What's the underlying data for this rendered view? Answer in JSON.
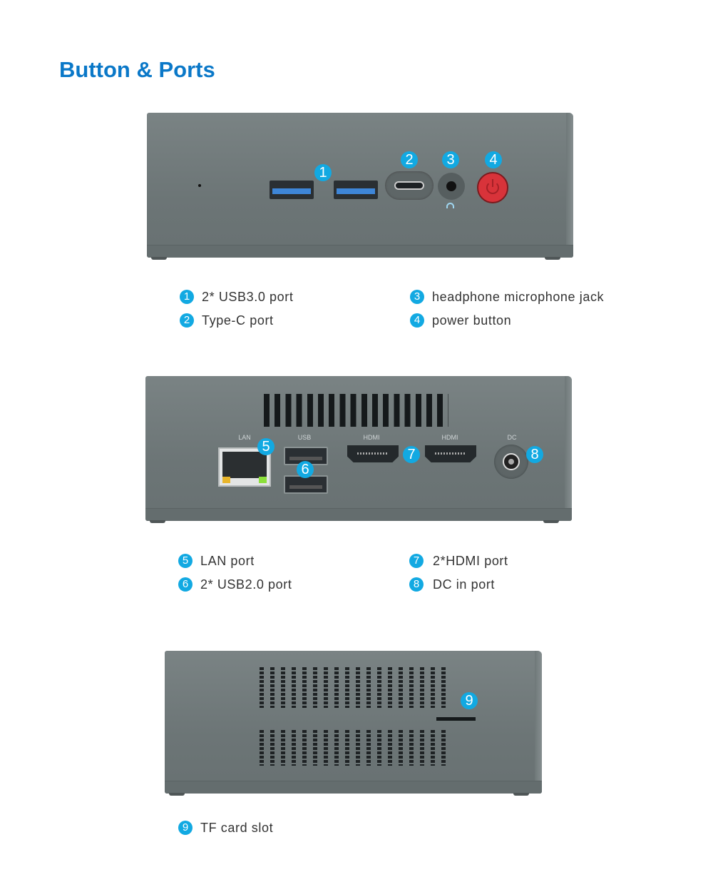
{
  "title": "Button & Ports",
  "front": {
    "badges": [
      "1",
      "2",
      "3",
      "4"
    ],
    "legend": [
      {
        "num": "1",
        "label": "2* USB3.0 port"
      },
      {
        "num": "2",
        "label": "Type-C port"
      },
      {
        "num": "3",
        "label": "headphone microphone jack"
      },
      {
        "num": "4",
        "label": "power button"
      }
    ]
  },
  "back": {
    "port_labels": {
      "lan": "LAN",
      "usb": "USB",
      "hdmi1": "HDMI",
      "hdmi2": "HDMI",
      "dc": "DC"
    },
    "badges": [
      "5",
      "6",
      "7",
      "8"
    ],
    "legend": [
      {
        "num": "5",
        "label": "LAN port"
      },
      {
        "num": "6",
        "label": "2* USB2.0 port"
      },
      {
        "num": "7",
        "label": "2*HDMI port"
      },
      {
        "num": "8",
        "label": "DC in port"
      }
    ]
  },
  "side": {
    "badges": [
      "9"
    ],
    "legend": [
      {
        "num": "9",
        "label": "TF card slot"
      }
    ]
  },
  "colors": {
    "title": "#0a78c8",
    "badge": "#12a9e2",
    "body": "#6c7576",
    "power": "#d8333a"
  }
}
